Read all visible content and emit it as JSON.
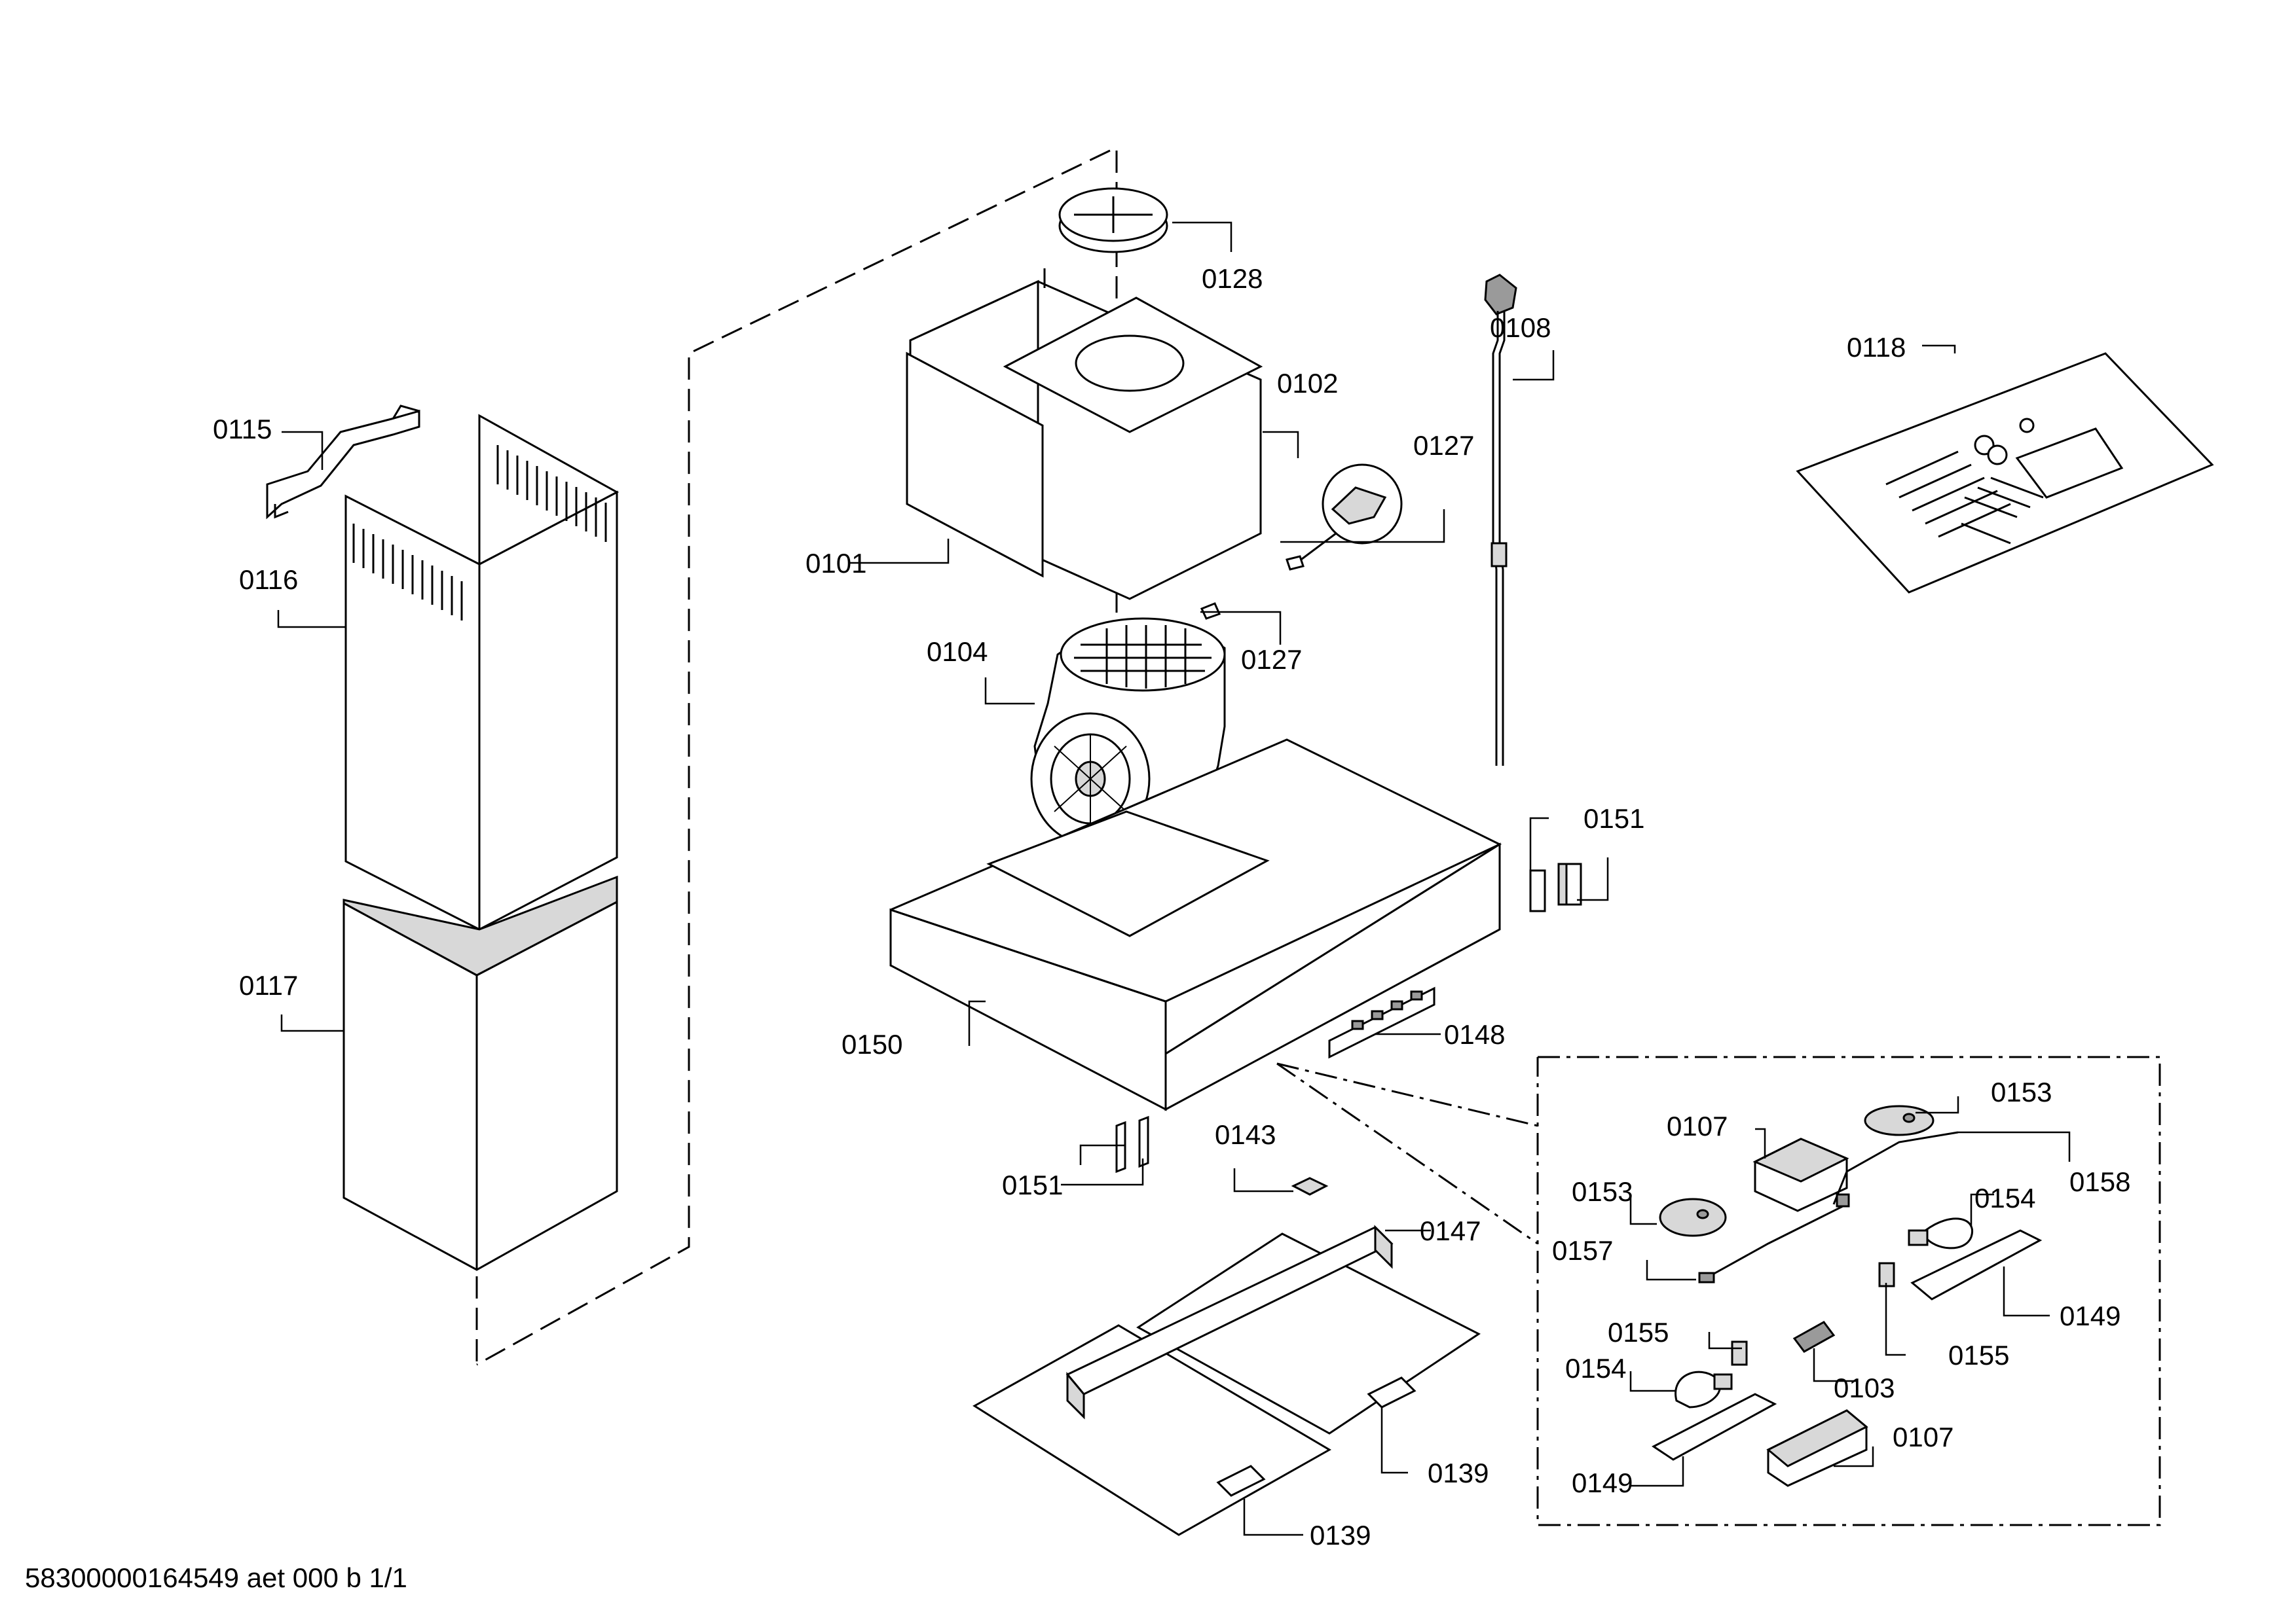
{
  "labels": {
    "l0101": "0101",
    "l0102": "0102",
    "l0103": "0103",
    "l0104": "0104",
    "l0107a": "0107",
    "l0107b": "0107",
    "l0108": "0108",
    "l0115": "0115",
    "l0116": "0116",
    "l0117": "0117",
    "l0118": "0118",
    "l0127a": "0127",
    "l0127b": "0127",
    "l0128": "0128",
    "l0139a": "0139",
    "l0139b": "0139",
    "l0143": "0143",
    "l0147": "0147",
    "l0148": "0148",
    "l0149a": "0149",
    "l0149b": "0149",
    "l0150": "0150",
    "l0151a": "0151",
    "l0151b": "0151",
    "l0153a": "0153",
    "l0153b": "0153",
    "l0154a": "0154",
    "l0154b": "0154",
    "l0155a": "0155",
    "l0155b": "0155",
    "l0157": "0157",
    "l0158": "0158"
  },
  "footer": {
    "document_id": "58300000164549 aet 000 b 1/1"
  }
}
